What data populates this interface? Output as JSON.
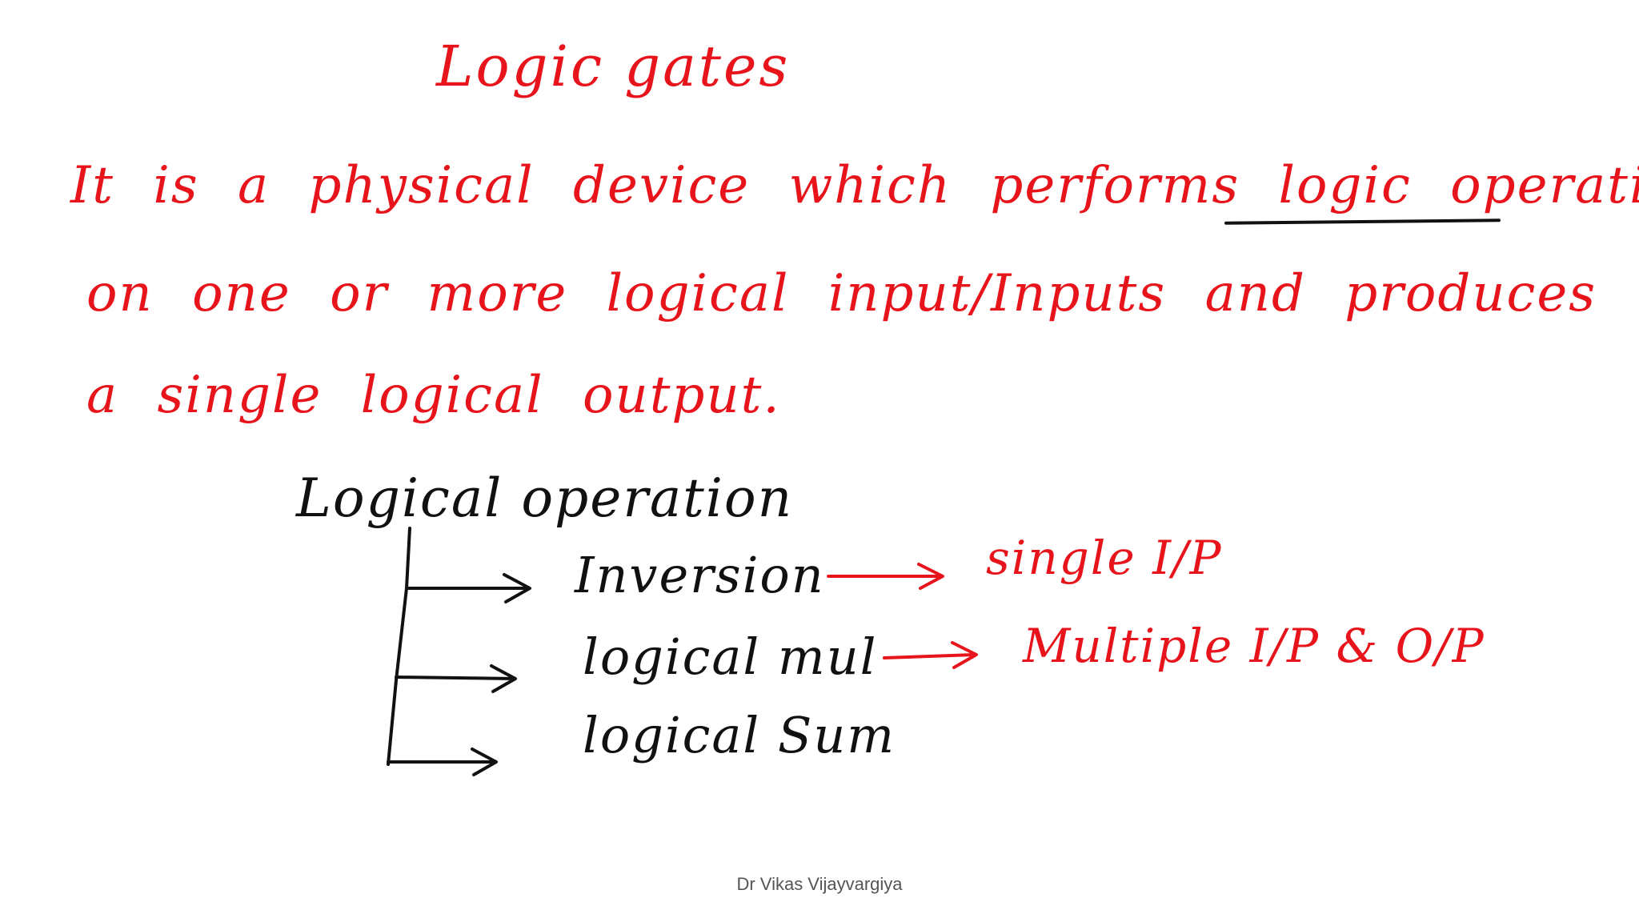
{
  "title": "Logic gates",
  "definition": {
    "line1": "It is a physical device which performs logic operation",
    "line2": "on one or more logical input/Inputs and produces",
    "line3": "a single logical output."
  },
  "logical_operation": {
    "heading": "Logical operation",
    "items": [
      {
        "label": "Inversion",
        "note": "single I/P"
      },
      {
        "label": "logical mul",
        "note": "Multiple I/P & O/P"
      },
      {
        "label": "logical Sum"
      }
    ]
  },
  "footer": "Dr Vikas Vijayvargiya",
  "colors": {
    "ink_red": "#e8141b",
    "ink_black": "#111111"
  }
}
